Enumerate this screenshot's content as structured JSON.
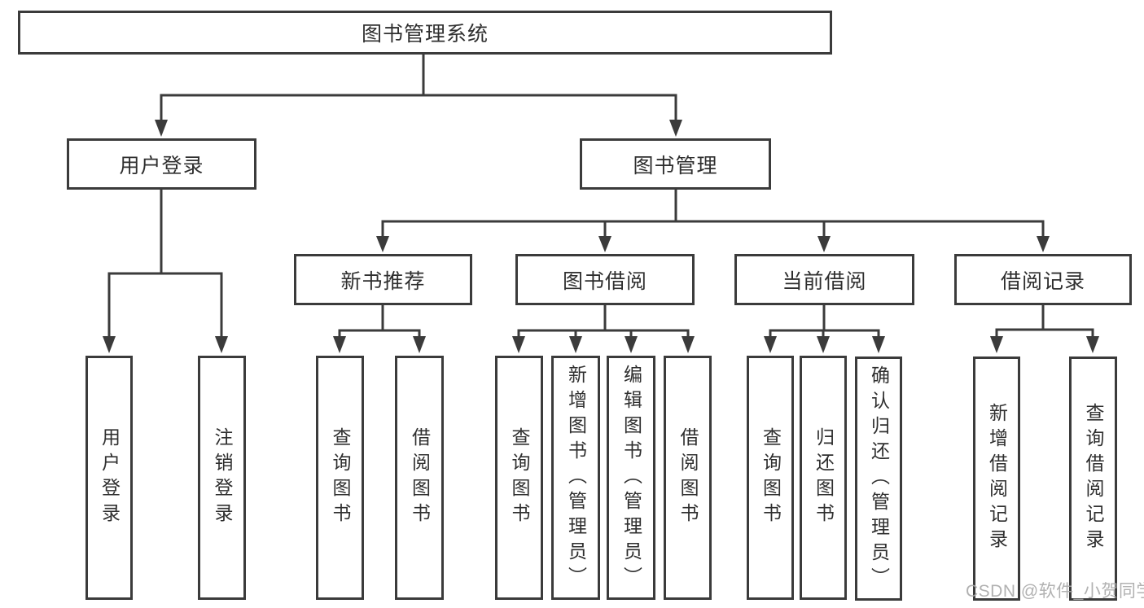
{
  "watermark": {
    "text": "CSDN @软件_小贺同学",
    "color": "#a9a9a9"
  },
  "colors": {
    "line": "#3b3b3b",
    "node_border": "#3b3b3b",
    "node_background": "#ffffff",
    "text": "#2f2f2f",
    "page_background": "#ffffff"
  },
  "diagram_type": "hierarchical-tree",
  "tree": {
    "root": {
      "label": "图书管理系统"
    },
    "branches": [
      {
        "label": "用户登录",
        "children": [
          {
            "label": "用户登录"
          },
          {
            "label": "注销登录"
          }
        ]
      },
      {
        "label": "图书管理",
        "children": [
          {
            "label": "新书推荐",
            "children": [
              {
                "label": "查询图书"
              },
              {
                "label": "借阅图书"
              }
            ]
          },
          {
            "label": "图书借阅",
            "children": [
              {
                "label": "查询图书"
              },
              {
                "label": "新增图书（管理员）"
              },
              {
                "label": "编辑图书（管理员）"
              },
              {
                "label": "借阅图书"
              }
            ]
          },
          {
            "label": "当前借阅",
            "children": [
              {
                "label": "查询图书"
              },
              {
                "label": "归还图书"
              },
              {
                "label": "确认归还（管理员）"
              }
            ]
          },
          {
            "label": "借阅记录",
            "children": [
              {
                "label": "新增借阅记录"
              },
              {
                "label": "查询借阅记录"
              }
            ]
          }
        ]
      }
    ]
  }
}
